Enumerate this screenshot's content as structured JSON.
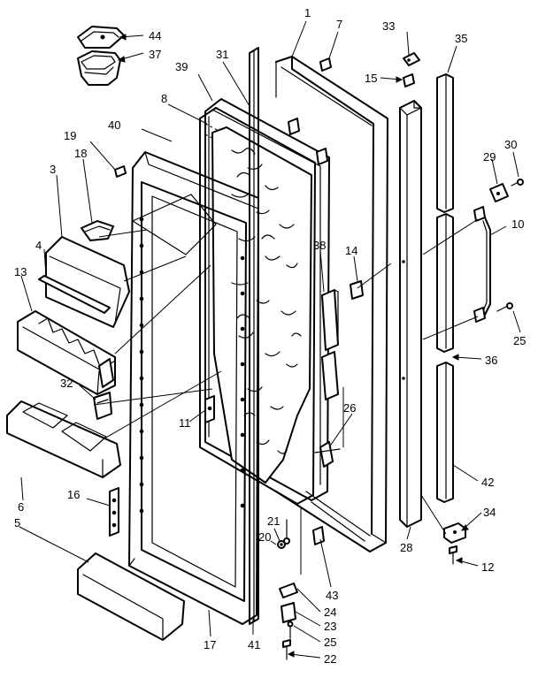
{
  "callouts": [
    {
      "id": "c44",
      "text": "44"
    },
    {
      "id": "c37",
      "text": "37"
    },
    {
      "id": "c1",
      "text": "1"
    },
    {
      "id": "c7",
      "text": "7"
    },
    {
      "id": "c33",
      "text": "33"
    },
    {
      "id": "c35",
      "text": "35"
    },
    {
      "id": "c15",
      "text": "15"
    },
    {
      "id": "c31",
      "text": "31"
    },
    {
      "id": "c39",
      "text": "39"
    },
    {
      "id": "c8",
      "text": "8"
    },
    {
      "id": "c40",
      "text": "40"
    },
    {
      "id": "c19",
      "text": "19"
    },
    {
      "id": "c18",
      "text": "18"
    },
    {
      "id": "c3",
      "text": "3"
    },
    {
      "id": "c4",
      "text": "4"
    },
    {
      "id": "c13",
      "text": "13"
    },
    {
      "id": "c32",
      "text": "32"
    },
    {
      "id": "c11",
      "text": "11"
    },
    {
      "id": "c6",
      "text": "6"
    },
    {
      "id": "c16",
      "text": "16"
    },
    {
      "id": "c5",
      "text": "5"
    },
    {
      "id": "c17",
      "text": "17"
    },
    {
      "id": "c41",
      "text": "41"
    },
    {
      "id": "c38",
      "text": "38"
    },
    {
      "id": "c14",
      "text": "14"
    },
    {
      "id": "c26",
      "text": "26"
    },
    {
      "id": "c21",
      "text": "21"
    },
    {
      "id": "c20",
      "text": "20"
    },
    {
      "id": "c43",
      "text": "43"
    },
    {
      "id": "c24",
      "text": "24"
    },
    {
      "id": "c23",
      "text": "23"
    },
    {
      "id": "c25b",
      "text": "25"
    },
    {
      "id": "c22",
      "text": "22"
    },
    {
      "id": "c28",
      "text": "28"
    },
    {
      "id": "c30",
      "text": "30"
    },
    {
      "id": "c29",
      "text": "29"
    },
    {
      "id": "c10",
      "text": "10"
    },
    {
      "id": "c25",
      "text": "25"
    },
    {
      "id": "c36",
      "text": "36"
    },
    {
      "id": "c42",
      "text": "42"
    },
    {
      "id": "c34",
      "text": "34"
    },
    {
      "id": "c12",
      "text": "12"
    }
  ]
}
